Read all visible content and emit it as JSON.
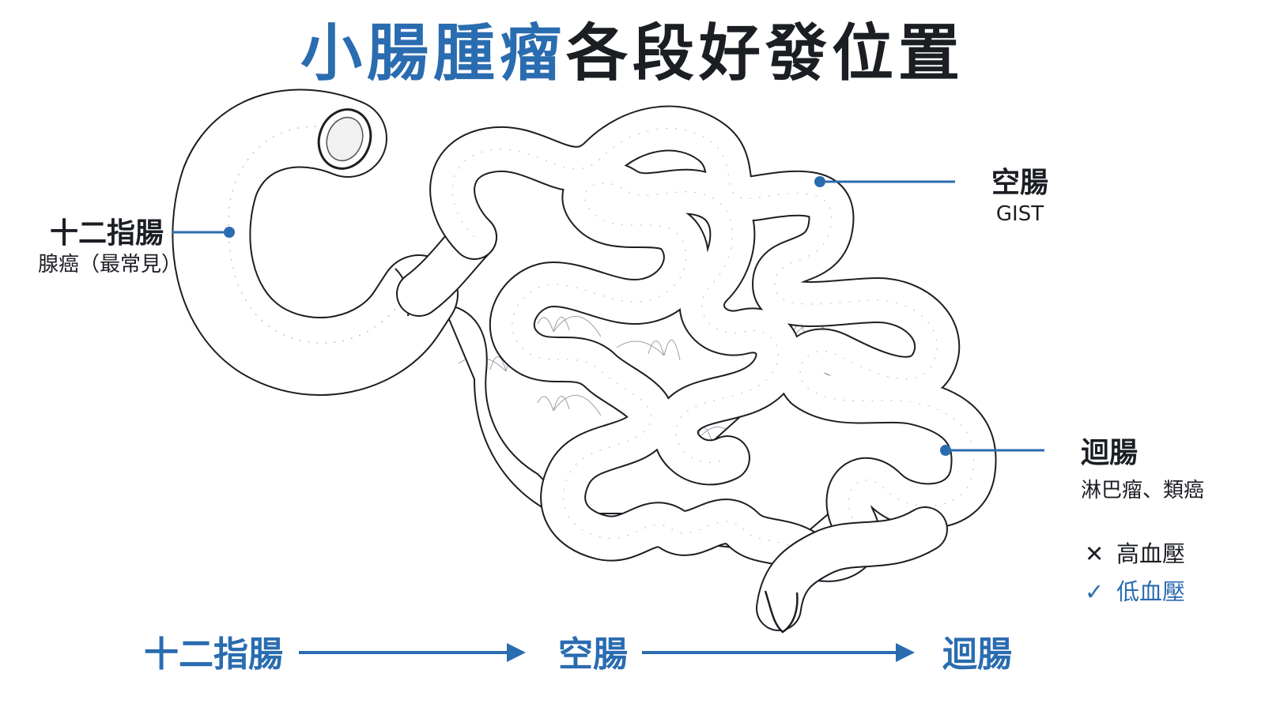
{
  "title": {
    "highlight": "小腸腫瘤",
    "rest": "各段好發位置"
  },
  "labels": {
    "duodenum": {
      "name": "十二指腸",
      "tumor": "腺癌（最常見）"
    },
    "jejunum": {
      "name": "空腸",
      "tumor": "GIST"
    },
    "ileum": {
      "name": "迴腸",
      "tumor": "淋巴瘤、類癌"
    }
  },
  "blood_pressure": [
    {
      "mark": "✕",
      "text": "高血壓",
      "correct": false
    },
    {
      "mark": "✓",
      "text": "低血壓",
      "correct": true
    }
  ],
  "flow": [
    "十二指腸",
    "空腸",
    "迴腸"
  ],
  "colors": {
    "accent": "#2a6cb0",
    "ink": "#1b1e23"
  },
  "icons": {
    "pointer": "dot-icon",
    "arrow": "arrow-right-icon",
    "wrong": "cross-icon",
    "right": "check-icon"
  }
}
